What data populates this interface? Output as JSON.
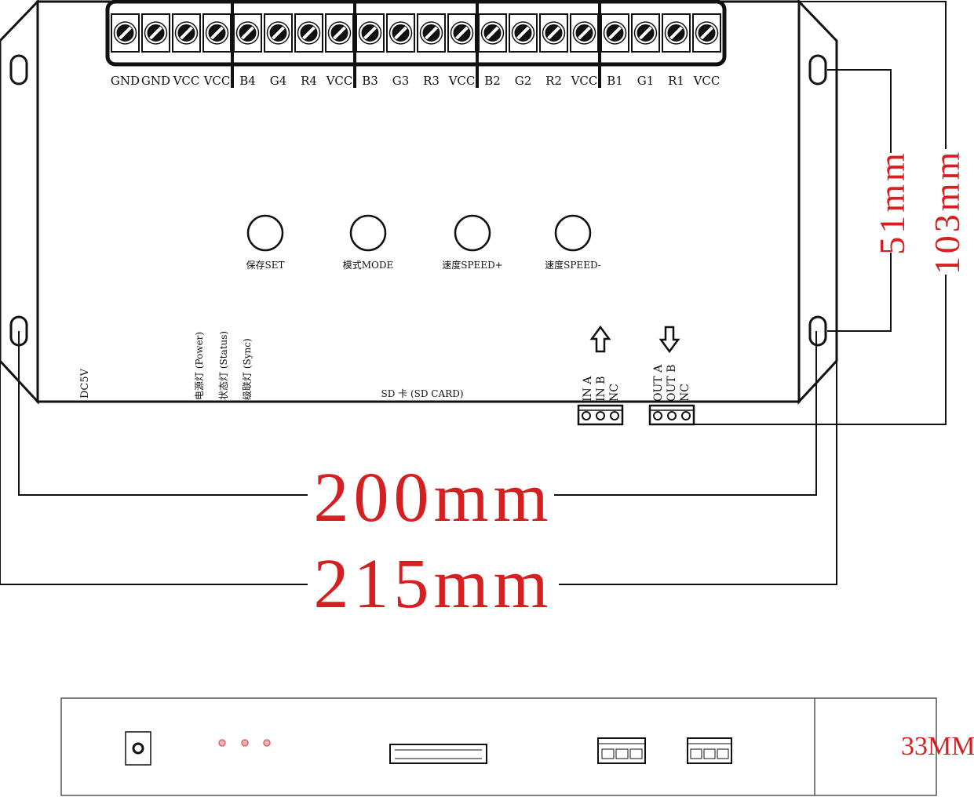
{
  "terminals": [
    "GND",
    "GND",
    "VCC",
    "VCC",
    "B4",
    "G4",
    "R4",
    "VCC",
    "B3",
    "G3",
    "R3",
    "VCC",
    "B2",
    "G2",
    "R2",
    "VCC",
    "B1",
    "G1",
    "R1",
    "VCC"
  ],
  "buttons": [
    "保存SET",
    "模式MODE",
    "速度SPEED+",
    "速度SPEED-"
  ],
  "labels": {
    "dc": "DC5V",
    "power_led": "电源灯 (Power)",
    "status_led": "状态灯 (Status)",
    "sync_led": "级联灯 (Sync)",
    "sd": "SD 卡 (SD CARD)"
  },
  "ports": {
    "in": [
      "IN A",
      "IN B",
      "NC"
    ],
    "out": [
      "OUT A",
      "OUT B",
      "NC"
    ]
  },
  "dimensions": {
    "d200": "200mm",
    "d215": "215mm",
    "d51": "51mm",
    "d103": "103mm",
    "d33": "33MM"
  },
  "colors": {
    "dimension": "#d42020",
    "line": "#111111"
  }
}
